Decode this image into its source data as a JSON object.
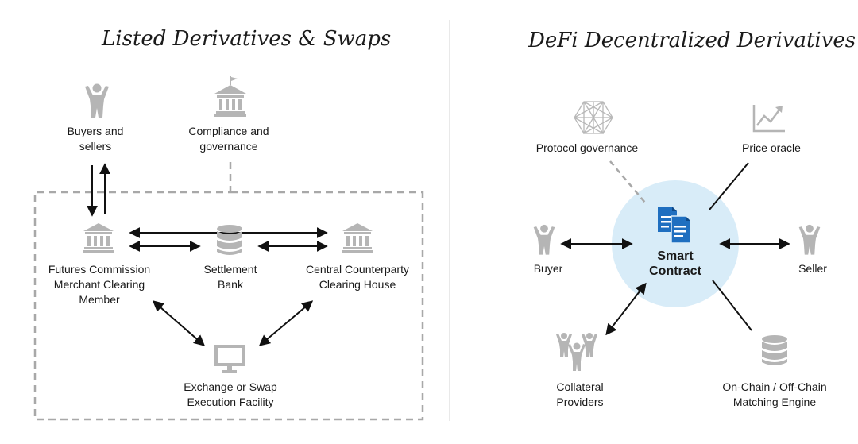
{
  "left_panel": {
    "title": "Listed Derivatives & Swaps",
    "nodes": {
      "buyers_sellers": "Buyers and\nsellers",
      "compliance": "Compliance and\ngovernance",
      "fcm": "Futures Commission\nMerchant Clearing\nMember",
      "settlement_bank": "Settlement\nBank",
      "ccp": "Central Counterparty\nClearing House",
      "exchange": "Exchange or Swap\nExecution Facility"
    }
  },
  "right_panel": {
    "title": "DeFi Decentralized Derivatives",
    "nodes": {
      "protocol_governance": "Protocol governance",
      "price_oracle": "Price oracle",
      "buyer": "Buyer",
      "smart_contract": "Smart\nContract",
      "seller": "Seller",
      "collateral": "Collateral\nProviders",
      "matching_engine": "On-Chain / Off-Chain\nMatching Engine"
    }
  },
  "colors": {
    "icon_gray": "#b5b5b5",
    "line_dark": "#111111",
    "dashed_gray": "#a8a8a8",
    "circle_fill": "#d8ecf8",
    "doc_blue": "#1f6fc0"
  },
  "icons": [
    "person-icon",
    "bank-building-icon",
    "database-icon",
    "monitor-icon",
    "hexagon-network-icon",
    "line-chart-icon",
    "document-icon",
    "group-people-icon"
  ]
}
